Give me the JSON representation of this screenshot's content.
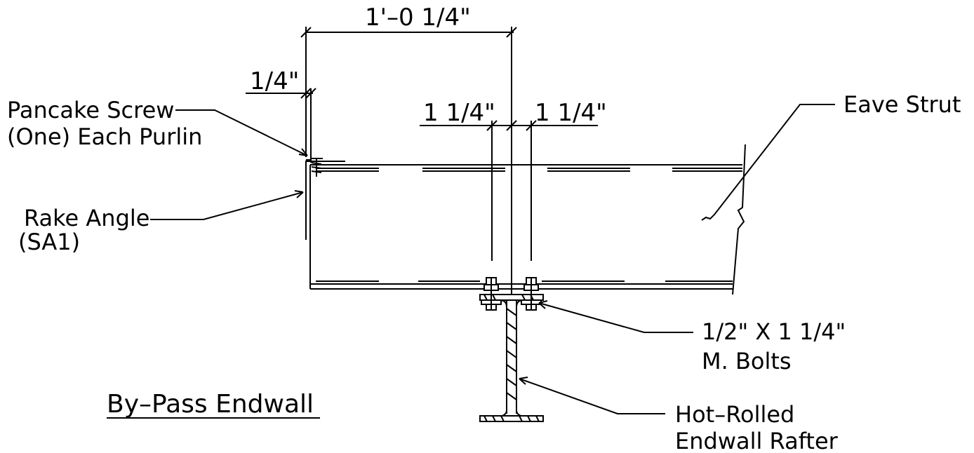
{
  "title": "By–Pass Endwall",
  "dimensions": {
    "overall": "1'–0 1/4\"",
    "offset": "1/4\"",
    "left_gauge": "1 1/4\"",
    "right_gauge": "1 1/4\""
  },
  "callouts": {
    "screw_line1": "Pancake Screw",
    "screw_line2": "(One) Each Purlin",
    "angle_line1": "Rake Angle",
    "angle_line2": "(SA1)",
    "strut": "Eave Strut",
    "bolts_line1": "1/2\" X 1 1/4\"",
    "bolts_line2": "M. Bolts",
    "rafter_line1": "Hot–Rolled",
    "rafter_line2": "Endwall Rafter"
  }
}
